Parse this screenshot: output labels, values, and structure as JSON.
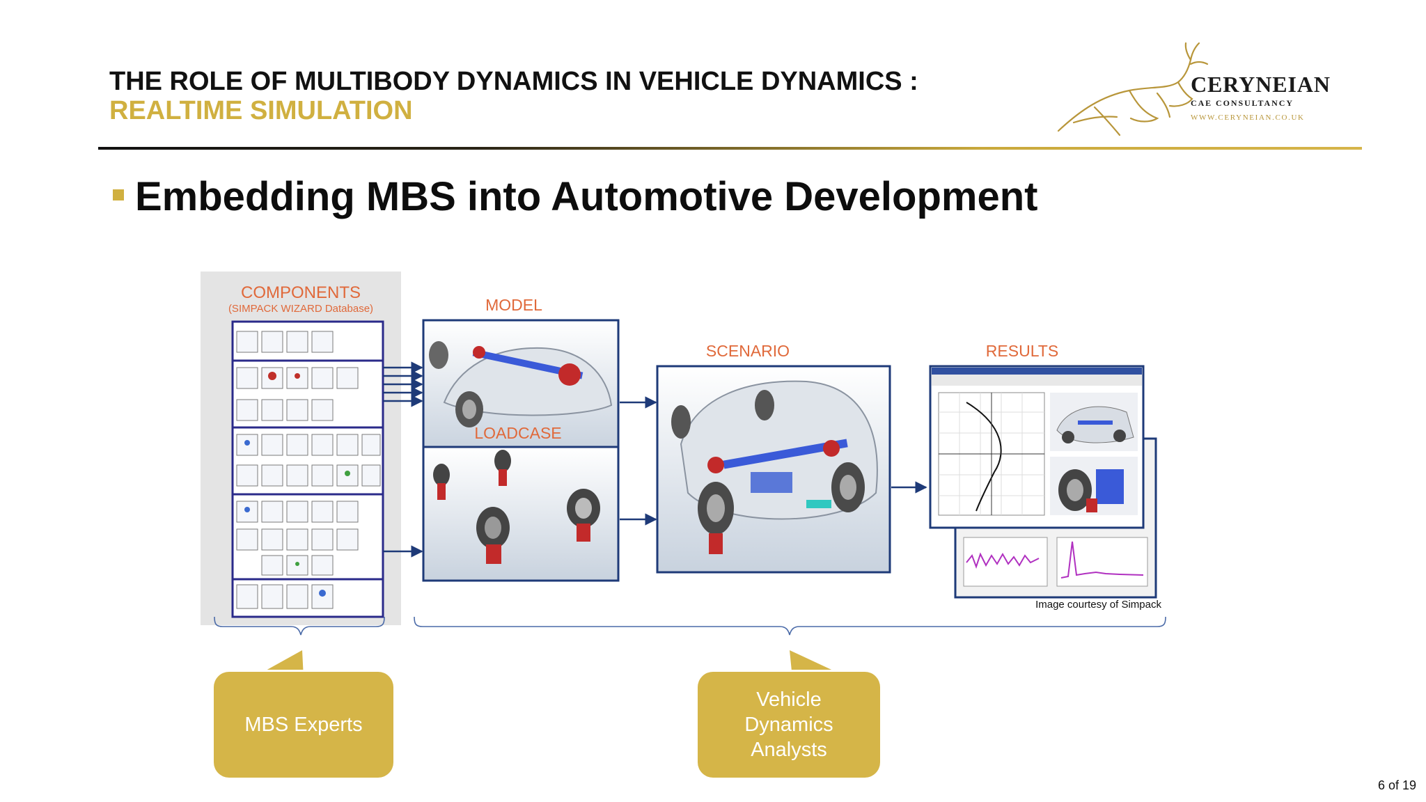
{
  "header": {
    "title": "THE ROLE OF MULTIBODY DYNAMICS IN VEHICLE DYNAMICS :",
    "subtitle": "REALTIME SIMULATION"
  },
  "logo": {
    "name": "CERYNEIAN",
    "tagline": "CAE CONSULTANCY",
    "url": "WWW.CERYNEIAN.CO.UK"
  },
  "bullet": {
    "text": "Embedding MBS into Automotive Development"
  },
  "figure": {
    "components_title": "COMPONENTS",
    "components_subtitle": "(SIMPACK WIZARD Database)",
    "model_label": "MODEL",
    "loadcase_label": "LOADCASE",
    "scenario_label": "SCENARIO",
    "results_label": "RESULTS",
    "courtesy": "Image courtesy of Simpack"
  },
  "callouts": {
    "mbs": "MBS Experts",
    "vda_line1": "Vehicle",
    "vda_line2": "Dynamics",
    "vda_line3": "Analysts"
  },
  "footer": {
    "page": "6 of 19"
  },
  "colors": {
    "gold": "#d0b040",
    "callout": "#d5b548",
    "panel_border": "#1e3a78",
    "label_orange": "#e0693a",
    "text": "#111111"
  }
}
